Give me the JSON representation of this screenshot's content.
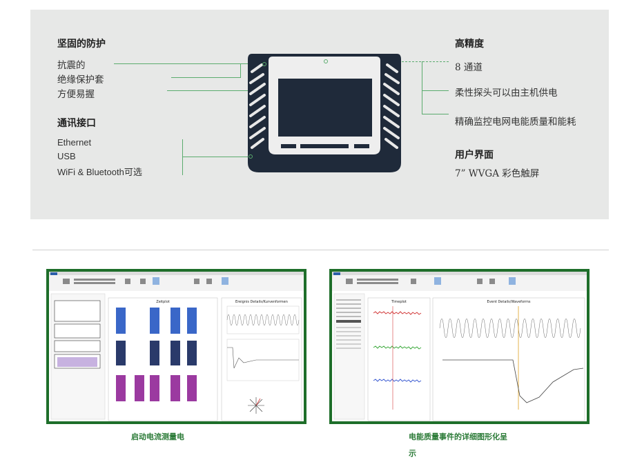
{
  "features": {
    "rugged": {
      "title": "坚固的防护",
      "items": [
        "抗震的",
        "绝缘保护套",
        "方便易握"
      ]
    },
    "ports": {
      "title": "通讯接口",
      "items": [
        "Ethernet",
        "USB",
        " WiFi & Bluetooth可选"
      ]
    },
    "precision": {
      "title": "高精度",
      "items": [
        "8 通道",
        "柔性探头可以由主机供电",
        "精确监控电网电能质量和能耗"
      ]
    },
    "ui": {
      "title": "用户界面",
      "items": [
        "7” WVGA 彩色触屏"
      ]
    }
  },
  "screenshots": [
    {
      "caption": "启动电流测量电",
      "panels": {
        "center": "Zeitplot",
        "right": "Ereignis Details/Kurvenformen"
      }
    },
    {
      "caption": "电能质量事件的详细图形化呈",
      "caption_line2": "示",
      "panels": {
        "center": "Timeplot",
        "right": "Event Details/Waveforms"
      }
    }
  ],
  "colors": {
    "accent_green": "#5aab6d",
    "frame_green": "#1e6e2a",
    "panel_gray": "#e7e8e7",
    "device_dark": "#1f2a3a"
  }
}
